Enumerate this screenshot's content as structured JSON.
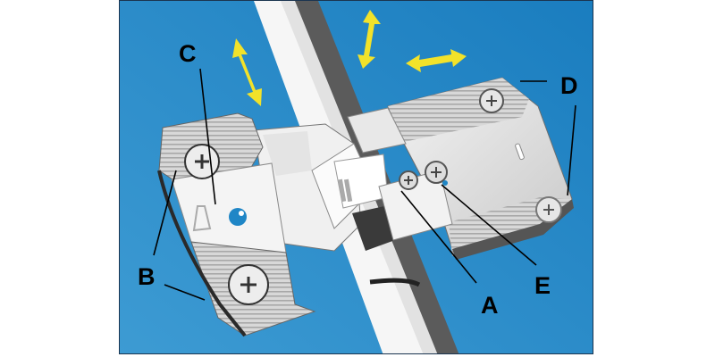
{
  "diagram": {
    "subject": "concealed cabinet hinge adjustment",
    "background_color": "#1f86c6",
    "arrow_color": "#f2e22a",
    "labels": [
      {
        "id": "A",
        "text": "A",
        "points_to": "front screw on hinge arm"
      },
      {
        "id": "B",
        "text": "B",
        "points_to": "mounting plate screws"
      },
      {
        "id": "C",
        "text": "C",
        "points_to": "plate adjustment cam"
      },
      {
        "id": "D",
        "text": "D",
        "points_to": "hinge cup screws"
      },
      {
        "id": "E",
        "text": "E",
        "points_to": "depth adjustment screw"
      }
    ],
    "arrows": [
      {
        "name": "vertical-adjustment-arrow",
        "direction": "up-down"
      },
      {
        "name": "depth-adjustment-arrow",
        "direction": "up-down"
      },
      {
        "name": "side-adjustment-arrow",
        "direction": "left-right"
      }
    ]
  }
}
